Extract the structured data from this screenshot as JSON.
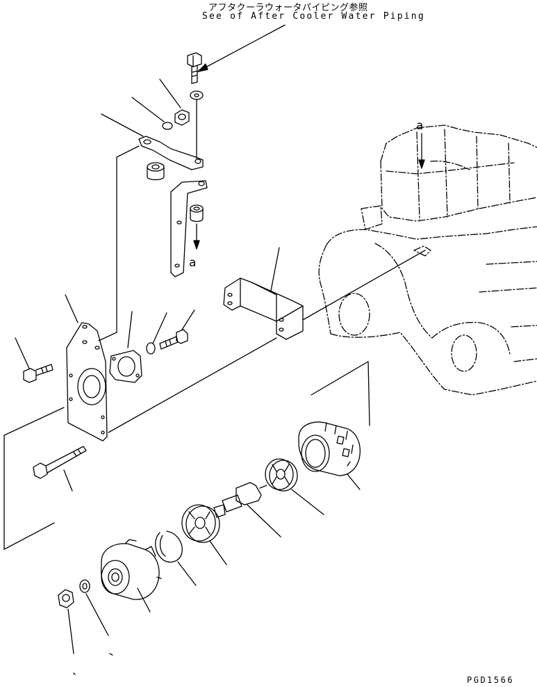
{
  "note": {
    "japanese": "アフタクーラウォータパイピング参照",
    "english": "See of After Cooler Water Piping"
  },
  "reference_marker": "a",
  "figure_code": "PGD1566",
  "colors": {
    "line": "#000000",
    "background": "#ffffff"
  }
}
